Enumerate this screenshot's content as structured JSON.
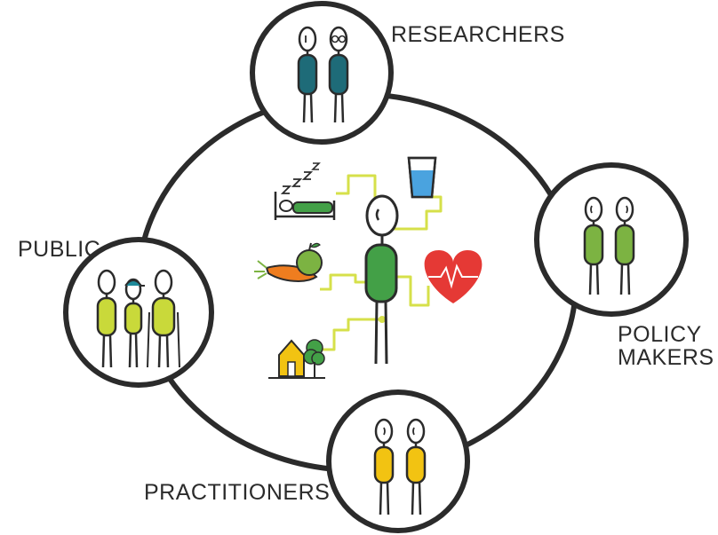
{
  "labels": {
    "researchers": "RESEARCHERS",
    "public": "PUBLIC",
    "policy_line1": "POLICY",
    "policy_line2": "MAKERS",
    "practitioners": "PRACTITIONERS"
  },
  "colors": {
    "outline": "#2b2b2b",
    "researchers": "#1e6b78",
    "policy_makers": "#7cb342",
    "practitioners": "#f2c312",
    "public": "#c9d93a",
    "connector": "#d6e04a",
    "center_person": "#43a047",
    "heart": "#e53935",
    "water": "#4aa3df"
  },
  "icons": [
    "sleep-icon",
    "water-glass-icon",
    "heart-rate-icon",
    "food-icon",
    "house-tree-icon"
  ]
}
